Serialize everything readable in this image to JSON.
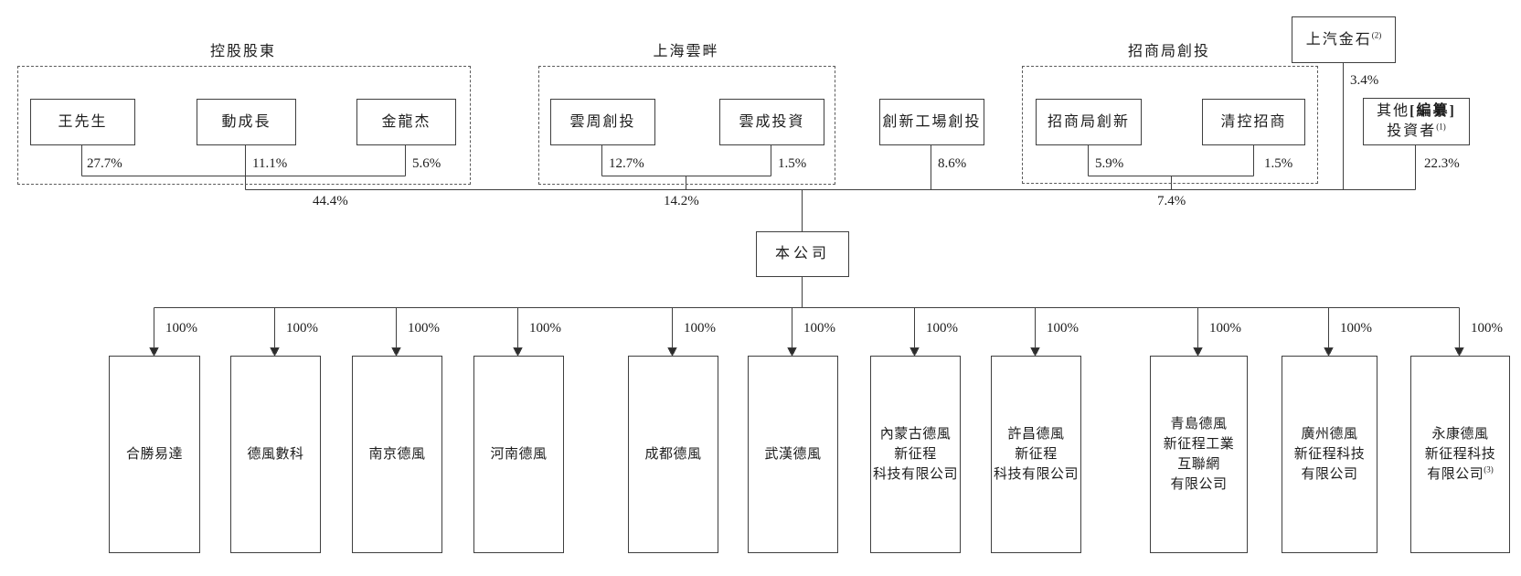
{
  "groups": [
    {
      "label": "控股股東",
      "total": "44.4%",
      "members": [
        {
          "name": "王先生",
          "pct": "27.7%"
        },
        {
          "name": "動成長",
          "pct": "11.1%"
        },
        {
          "name": "金龍杰",
          "pct": "5.6%"
        }
      ]
    },
    {
      "label": "上海雲畔",
      "total": "14.2%",
      "members": [
        {
          "name": "雲周創投",
          "pct": "12.7%"
        },
        {
          "name": "雲成投資",
          "pct": "1.5%"
        }
      ]
    },
    {
      "label": "招商局創投",
      "total": "7.4%",
      "members": [
        {
          "name": "招商局創新",
          "pct": "5.9%"
        },
        {
          "name": "清控招商",
          "pct": "1.5%"
        }
      ]
    }
  ],
  "innovation_works": {
    "name": "創新工場創投",
    "pct": "8.6%"
  },
  "saic_jinshi": {
    "name": "上汽金石",
    "sup": "(2)",
    "pct": "3.4%"
  },
  "other_investors": {
    "line1_normal": "其他",
    "line1_bold": "[編纂]",
    "line2": "投資者",
    "sup": "(1)",
    "pct": "22.3%"
  },
  "company": {
    "name": "本公司"
  },
  "subsidiaries": [
    {
      "name": "合勝易達",
      "pct": "100%"
    },
    {
      "name": "德風數科",
      "pct": "100%"
    },
    {
      "name": "南京德風",
      "pct": "100%"
    },
    {
      "name": "河南德風",
      "pct": "100%"
    },
    {
      "name": "成都德風",
      "pct": "100%"
    },
    {
      "name": "武漢德風",
      "pct": "100%"
    },
    {
      "name": "內蒙古德風\n新征程\n科技有限公司",
      "pct": "100%"
    },
    {
      "name": "許昌德風\n新征程\n科技有限公司",
      "pct": "100%"
    },
    {
      "name": "青島德風\n新征程工業\n互聯網\n有限公司",
      "pct": "100%"
    },
    {
      "name": "廣州德風\n新征程科技\n有限公司",
      "pct": "100%"
    },
    {
      "name": "永康德風\n新征程科技\n有限公司",
      "sup": "(3)",
      "pct": "100%"
    }
  ]
}
